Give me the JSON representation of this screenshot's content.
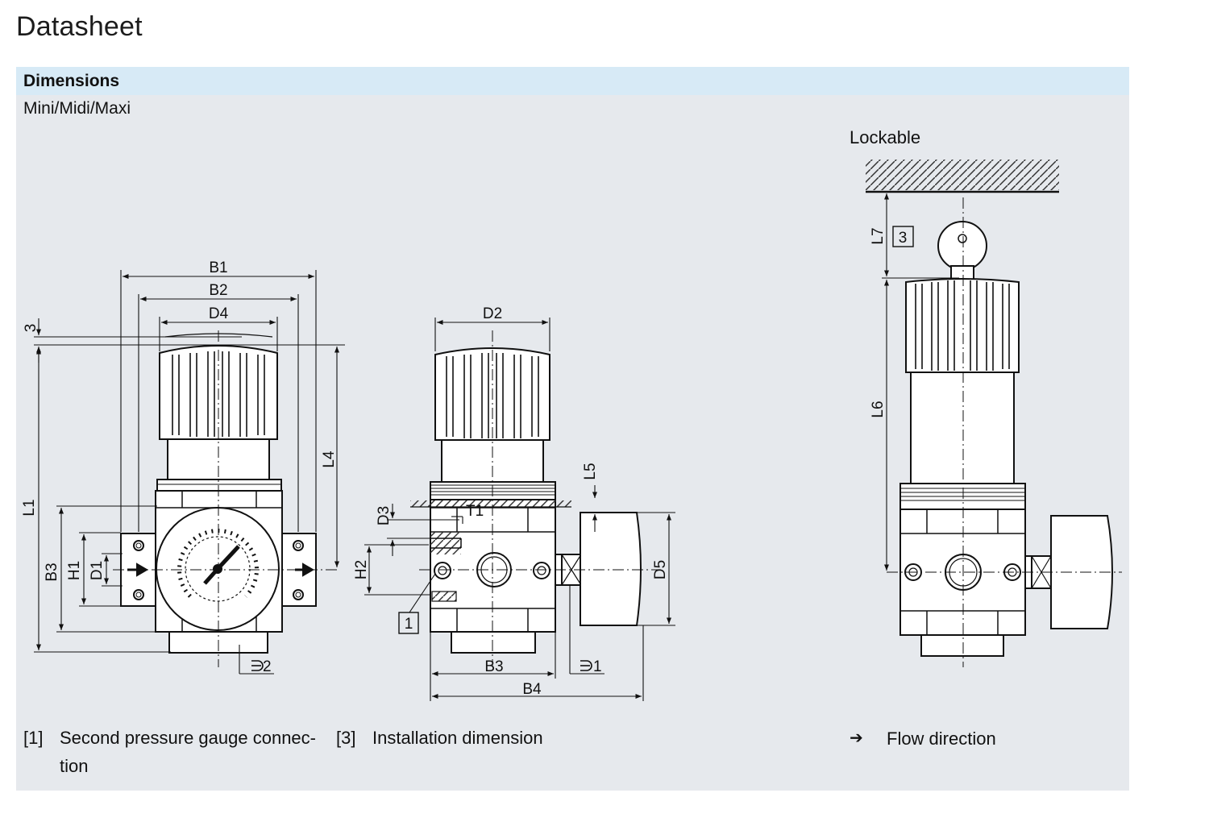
{
  "page": {
    "title": "Datasheet"
  },
  "section": {
    "header": "Dimensions",
    "subtitle": "Mini/Midi/Maxi"
  },
  "drawing": {
    "front_view_labels": {
      "b1": "B1",
      "b2": "B2",
      "d4": "D4",
      "three": "3",
      "l1": "L1",
      "l4": "L4",
      "b3": "B3",
      "h1": "H1",
      "d1": "D1",
      "port2": "2"
    },
    "side_view_labels": {
      "d2": "D2",
      "d3": "D3",
      "t1": "T1",
      "l5": "L5",
      "h2": "H2",
      "d5": "D5",
      "b3": "B3",
      "b4": "B4",
      "port1": "1",
      "callout1": "1"
    },
    "lockable_view": {
      "title": "Lockable",
      "l7": "L7",
      "l6": "L6",
      "callout3": "3"
    }
  },
  "legend": {
    "item1": {
      "key": "[1]",
      "text_line1": "Second pressure gauge connec-",
      "text_line2": "tion"
    },
    "item3": {
      "key": "[3]",
      "text": "Installation dimension"
    },
    "flow": {
      "symbol": "➔",
      "text": "Flow direction"
    }
  }
}
